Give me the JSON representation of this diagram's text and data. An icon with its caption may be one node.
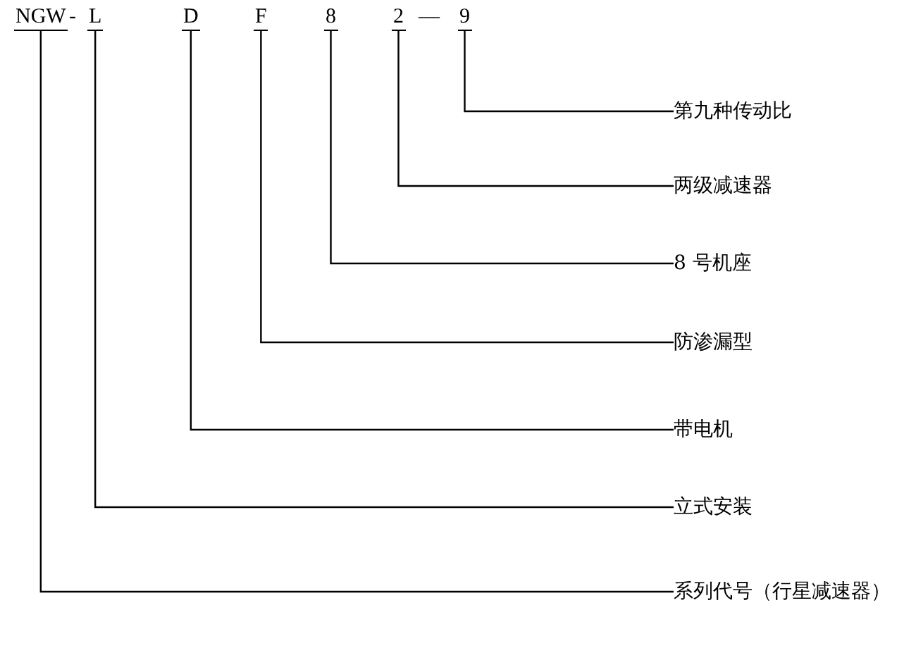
{
  "diagram": {
    "nodes": [
      {
        "text": [
          "NGW"
        ]
      },
      {
        "text": [
          "L"
        ]
      },
      {
        "text": [
          "D"
        ]
      },
      {
        "text": [
          "F"
        ]
      },
      {
        "text": [
          "8"
        ]
      },
      {
        "text": [
          "2"
        ]
      },
      {
        "text": [
          "9"
        ]
      },
      {
        "text": [
          "第九种传动比"
        ]
      },
      {
        "text": [
          "两级减速器"
        ]
      },
      {
        "text": [
          "8 号机座"
        ]
      },
      {
        "text": [
          "防渗漏型"
        ]
      },
      {
        "text": [
          "带电机"
        ]
      },
      {
        "text": [
          "立式安装"
        ]
      },
      {
        "text": [
          "系列代号（行星减速器）"
        ]
      }
    ],
    "edges": [
      {
        "from": 6,
        "to": 7,
        "arrow": "none"
      },
      {
        "from": 5,
        "to": 8,
        "arrow": "none"
      },
      {
        "from": 4,
        "to": 9,
        "arrow": "none"
      },
      {
        "from": 3,
        "to": 10,
        "arrow": "none"
      },
      {
        "from": 2,
        "to": 11,
        "arrow": "none"
      },
      {
        "from": 1,
        "to": 12,
        "arrow": "none"
      },
      {
        "from": 0,
        "to": 13,
        "arrow": "none"
      }
    ],
    "labels": [
      "-",
      "—"
    ]
  }
}
